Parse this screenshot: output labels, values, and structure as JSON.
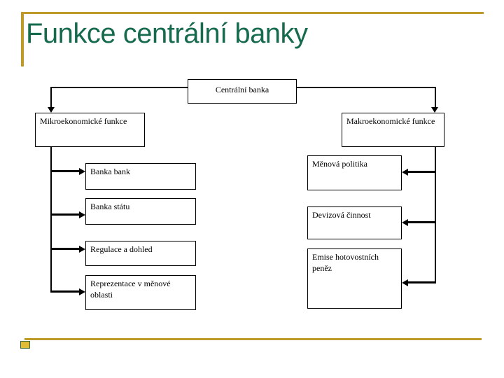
{
  "slide": {
    "title": "Funkce centrální banky"
  },
  "colors": {
    "title_green": "#176B4D",
    "accent_gold": "#BE9A2A",
    "connector_black": "#000000",
    "box_background": "#FFFFFF"
  },
  "diagram": {
    "root_label": "Centrální banka",
    "left_branch": {
      "label": "Mikroekonomické funkce",
      "children": [
        {
          "label": "Banka bank"
        },
        {
          "label": "Banka státu"
        },
        {
          "label": "Regulace a dohled"
        },
        {
          "label": "Reprezentace v měnové oblasti"
        }
      ]
    },
    "right_branch": {
      "label": "Makroekonomické funkce",
      "children": [
        {
          "label": "Měnová politika"
        },
        {
          "label": "Devizová činnost"
        },
        {
          "label": "Emise hotovostních peněz"
        }
      ]
    }
  }
}
